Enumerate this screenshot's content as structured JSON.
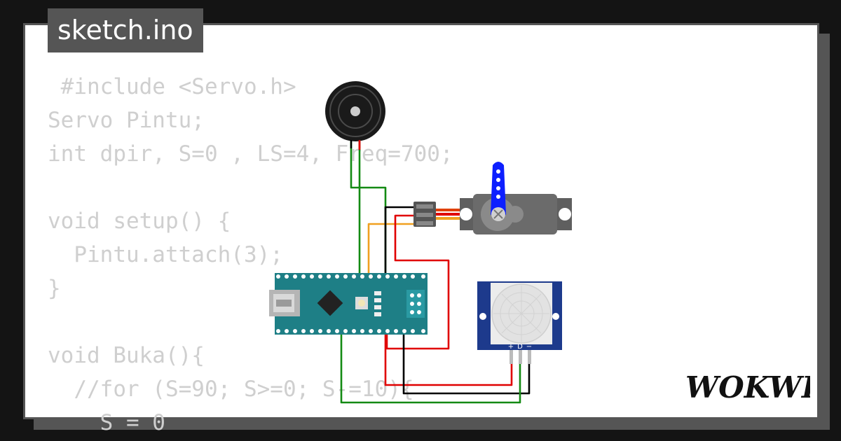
{
  "filename": "sketch.ino",
  "code_lines": [
    " #include <Servo.h>",
    "Servo Pintu;",
    "int dpir, S=0 , LS=4, Freq=700;",
    "",
    "void setup() {",
    "  Pintu.attach(3);",
    "}",
    "",
    "void Buka(){",
    "  //for (S=90; S>=0; S-=10){",
    "    S = 0"
  ],
  "brand": "WOKWI",
  "pir_pins": [
    "+",
    "D",
    "−"
  ],
  "icons": [
    "buzzer-icon",
    "servo-icon",
    "arduino-nano-icon",
    "pir-sensor-icon"
  ],
  "colors": {
    "background": "#141414",
    "card": "#ffffff",
    "frame": "#555555",
    "code_text": "#cfcfcf",
    "board_teal": "#1e7f86",
    "servo_horn": "#0d1fff",
    "pir_blue": "#1d3a8c",
    "wire_red": "#e00000",
    "wire_green": "#138a13",
    "wire_black": "#000000",
    "wire_orange": "#f0a020"
  }
}
